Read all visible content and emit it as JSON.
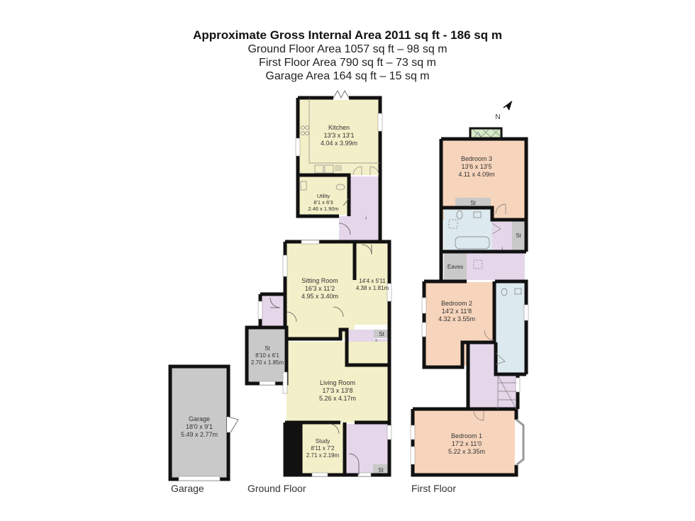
{
  "header": {
    "title": "Approximate Gross Internal Area 2011 sq ft - 186 sq m",
    "lines": [
      "Ground Floor Area 1057 sq ft – 98 sq m",
      "First Floor Area 790 sq ft – 73 sq m",
      "Garage Area 164 sq ft – 15 sq m"
    ]
  },
  "colors": {
    "wall": "#111111",
    "living": "#f3efc8",
    "hall": "#e5d6ea",
    "bedroom": "#f7d5bc",
    "bathroom": "#dce9ee",
    "storage": "#c9c9c9",
    "garage": "#c9c9c9",
    "roof_window": "#d6ecc9"
  },
  "compass": {
    "label": "N"
  },
  "floors": {
    "garage": {
      "label": "Garage",
      "rooms": [
        {
          "name": "Garage",
          "imperial": "18'0 x 9'1",
          "metric": "5.49 x 2.77m"
        }
      ]
    },
    "ground": {
      "label": "Ground Floor",
      "rooms": [
        {
          "name": "Kitchen",
          "imperial": "13'3 x 13'1",
          "metric": "4.04 x 3.99m"
        },
        {
          "name": "Utility",
          "imperial": "8'1 x 6'3",
          "metric": "2.46 x 1.90m"
        },
        {
          "name": "Sitting Room",
          "imperial": "16'3 x 11'2",
          "metric": "4.95 x 3.40m"
        },
        {
          "name": "",
          "imperial": "14'4 x 5'11",
          "metric": "4.38 x 1.81m"
        },
        {
          "name": "St",
          "imperial": "8'10 x 6'1",
          "metric": "2.70 x 1.85m"
        },
        {
          "name": "Living Room",
          "imperial": "17'3 x 13'8",
          "metric": "5.26 x 4.17m"
        },
        {
          "name": "Study",
          "imperial": "8'11 x 7'2",
          "metric": "2.71 x 2.19m"
        }
      ],
      "stores": [
        "St",
        "St"
      ]
    },
    "first": {
      "label": "First Floor",
      "rooms": [
        {
          "name": "Bedroom 3",
          "imperial": "13'6 x 13'5",
          "metric": "4.11 x 4.09m"
        },
        {
          "name": "Bedroom 2",
          "imperial": "14'2 x 11'8",
          "metric": "4.32 x 3.55m"
        },
        {
          "name": "Bedroom 1",
          "imperial": "17'2 x 11'0",
          "metric": "5.22 x 3.35m"
        }
      ],
      "stores": [
        "St",
        "St"
      ],
      "eaves": "Eaves"
    }
  }
}
